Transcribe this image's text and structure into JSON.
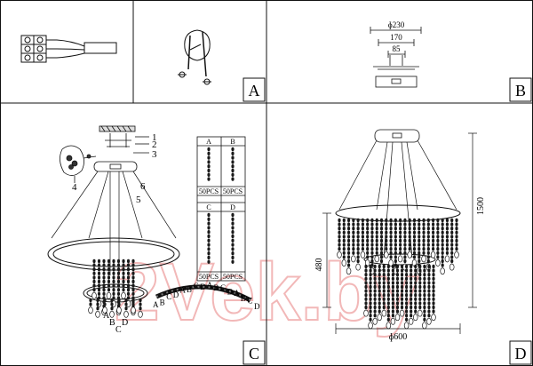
{
  "panels": {
    "A": {
      "letter": "A"
    },
    "B": {
      "letter": "B",
      "dim_top": "ɸ230",
      "dim_mid": "170",
      "dim_small": "85"
    },
    "C": {
      "letter": "C",
      "callouts": [
        "1",
        "2",
        "3",
        "4",
        "5",
        "6"
      ],
      "strand_chart": {
        "headers": [
          "A",
          "B",
          "C",
          "D"
        ],
        "counts": [
          "50PCS",
          "50PCS",
          "50PCS",
          "50PCS"
        ]
      },
      "strand_labels": [
        "A",
        "B",
        "C",
        "D"
      ],
      "chain_letters": [
        "A",
        "B",
        "C",
        "D",
        "A",
        "B",
        "C",
        "D",
        "A",
        "B",
        "C",
        "D",
        "A",
        "B",
        "C",
        "D"
      ]
    },
    "D": {
      "letter": "D",
      "dim_height_total": "1500",
      "dim_height_lower": "480",
      "dim_diameter": "ɸ600"
    }
  },
  "watermark": {
    "text": "2Vek.by"
  },
  "colors": {
    "line": "#111111",
    "crystal": "#1a1a1a",
    "watermark": "#f2b8b8"
  }
}
